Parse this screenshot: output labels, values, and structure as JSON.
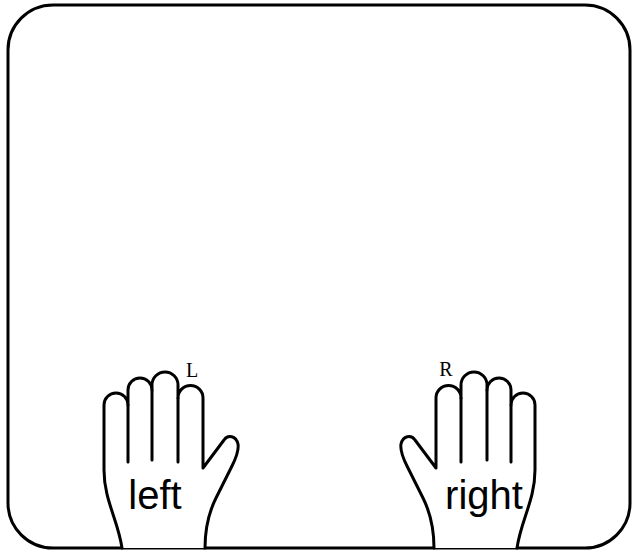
{
  "diagram": {
    "nodes": [
      {
        "text": [
          "left"
        ]
      },
      {
        "text": [
          "right"
        ]
      }
    ],
    "labels": [
      "L",
      "R"
    ]
  }
}
